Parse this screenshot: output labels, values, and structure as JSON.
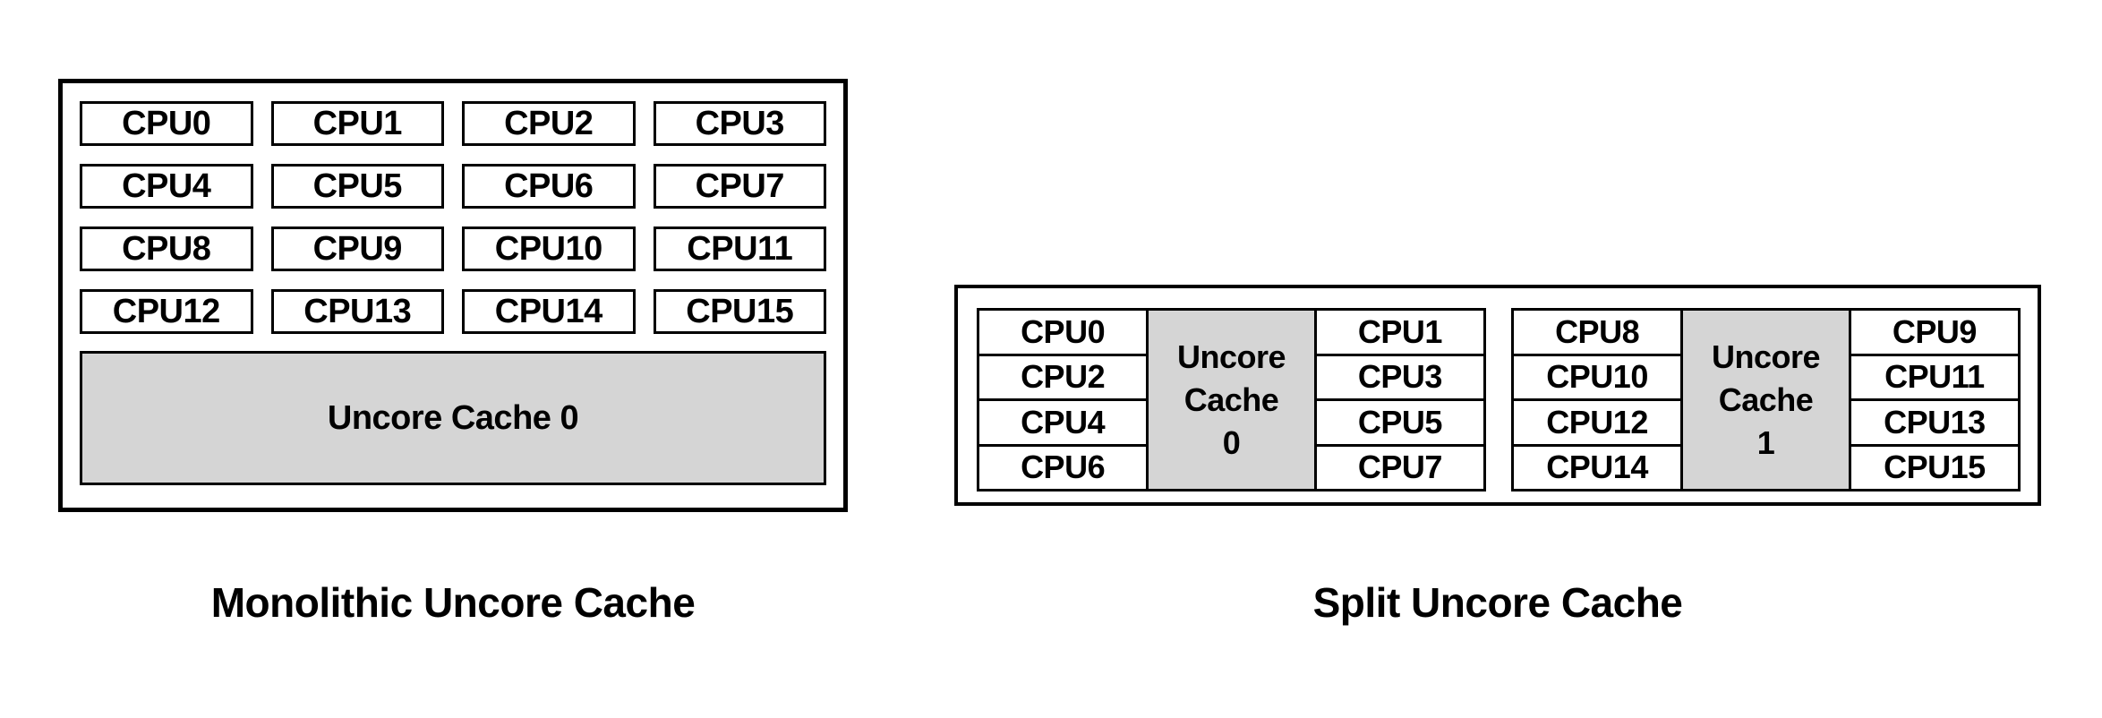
{
  "colors": {
    "border": "#000000",
    "cache_fill": "#d5d5d5",
    "text": "#000000",
    "cpu_fill": "#ffffff",
    "page_bg": "#ffffff"
  },
  "monolithic": {
    "caption": "Monolithic Uncore Cache",
    "cache_label": "Uncore Cache 0",
    "cpus": [
      "CPU0",
      "CPU1",
      "CPU2",
      "CPU3",
      "CPU4",
      "CPU5",
      "CPU6",
      "CPU7",
      "CPU8",
      "CPU9",
      "CPU10",
      "CPU11",
      "CPU12",
      "CPU13",
      "CPU14",
      "CPU15"
    ]
  },
  "split": {
    "caption": "Split Uncore Cache",
    "groups": [
      {
        "left_cpus": [
          "CPU0",
          "CPU2",
          "CPU4",
          "CPU6"
        ],
        "cache_lines": [
          "Uncore",
          "Cache",
          "0"
        ],
        "right_cpus": [
          "CPU1",
          "CPU3",
          "CPU5",
          "CPU7"
        ]
      },
      {
        "left_cpus": [
          "CPU8",
          "CPU10",
          "CPU12",
          "CPU14"
        ],
        "cache_lines": [
          "Uncore",
          "Cache",
          "1"
        ],
        "right_cpus": [
          "CPU9",
          "CPU11",
          "CPU13",
          "CPU15"
        ]
      }
    ]
  }
}
